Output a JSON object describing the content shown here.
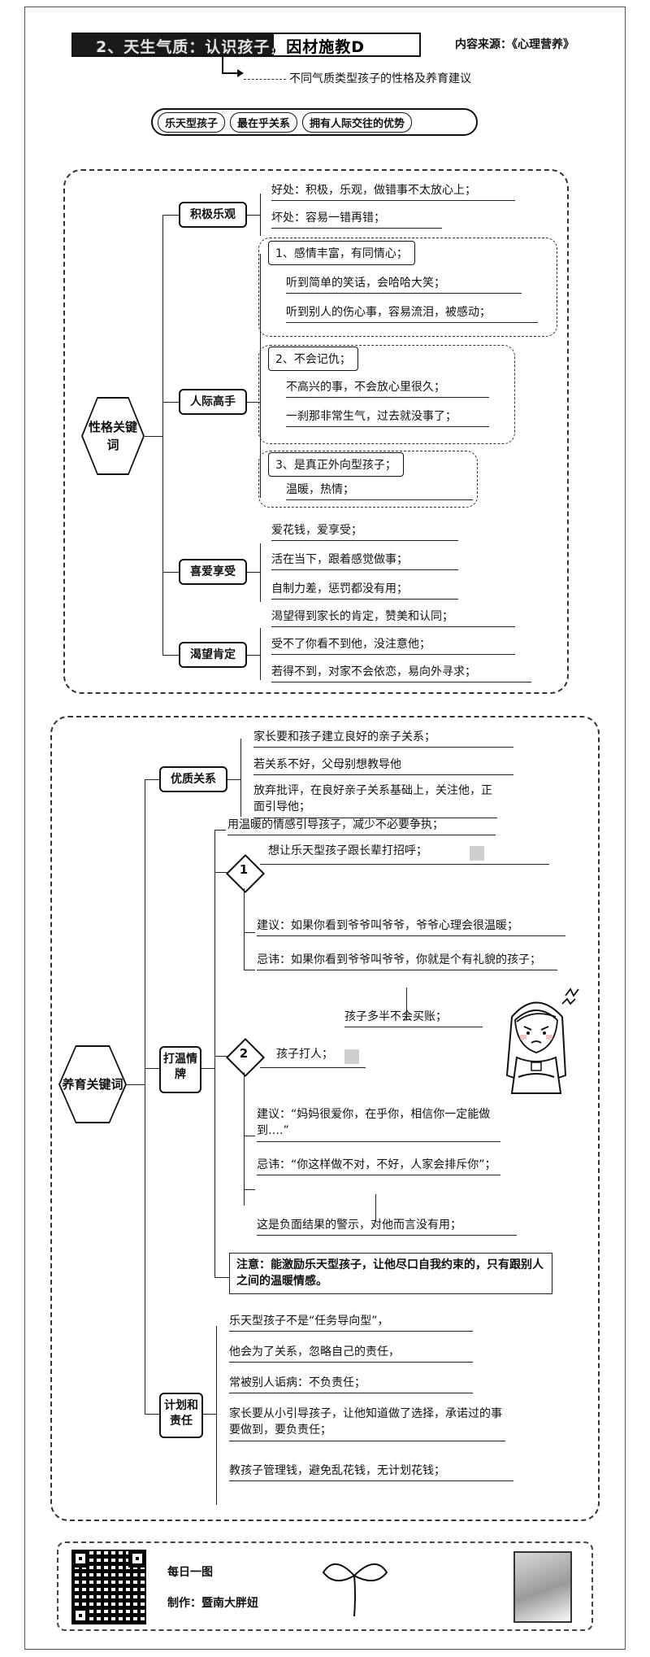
{
  "header": {
    "title": "2、天生气质：认识孩子，因材施教D",
    "source": "内容来源：《心理营养》",
    "subtitle": "不同气质类型孩子的性格及养育建议"
  },
  "pill": [
    "乐天型孩子",
    "最在乎关系",
    "拥有人际交往的优势"
  ],
  "section1": {
    "root": "性格关键词",
    "branches": {
      "optimism": {
        "label": "积极乐观",
        "items": [
          "好处：积极，乐观，做错事不太放心上；",
          "坏处：容易一错再错；"
        ]
      },
      "social": {
        "label": "人际高手",
        "groups": [
          {
            "head": "1、感情丰富，有同情心；",
            "items": [
              "听到简单的笑话，会哈哈大笑；",
              "听到别人的伤心事，容易流泪，被感动；"
            ]
          },
          {
            "head": "2、不会记仇；",
            "items": [
              "不高兴的事，不会放心里很久；",
              "一刹那非常生气，过去就没事了；"
            ]
          },
          {
            "head": "3、是真正外向型孩子；",
            "items": [
              "温暖，热情；"
            ]
          }
        ]
      },
      "enjoy": {
        "label": "喜爱享受",
        "items": [
          "爱花钱，爱享受；",
          "活在当下，跟着感觉做事；",
          "自制力差，惩罚都没有用；"
        ]
      },
      "recognition": {
        "label": "渴望肯定",
        "items": [
          "渴望得到家长的肯定，赞美和认同；",
          "受不了你看不到他，没注意他；",
          "若得不到，对家不会依恋，易向外寻求；"
        ]
      }
    }
  },
  "section2": {
    "root": "养育关键词",
    "relation": {
      "label": "优质关系",
      "items": [
        "家长要和孩子建立良好的亲子关系；",
        "若关系不好，父母别想教导他",
        "放弃批评，在良好亲子关系基础上，关注他，正面引导他；"
      ]
    },
    "warm": {
      "label": "打温情牌",
      "intro": "用温暖的情感引导孩子，减少不必要争执；",
      "case1": {
        "num": "1",
        "title": "想让乐天型孩子跟长辈打招呼；",
        "suggest": "建议：如果你看到爷爷叫爷爷，爷爷心理会很温暖；",
        "avoid": "忌讳：如果你看到爷爷叫爷爷，你就是个有礼貌的孩子；",
        "result": "孩子多半不会买账；"
      },
      "case2": {
        "num": "2",
        "title": "孩子打人；",
        "suggest": "建议：“妈妈很爱你，在乎你，相信你一定能做到….”",
        "avoid": "忌讳：“你这样做不对，不好，人家会排斥你”；",
        "result": "这是负面结果的警示，对他而言没有用；"
      },
      "note": "注意：能激励乐天型孩子，让他尽口自我约束的，只有跟别人之间的温暖情感。"
    },
    "plan": {
      "label": "计划和责任",
      "items": [
        "乐天型孩子不是“任务导向型”，",
        "他会为了关系，忽略自己的责任，",
        "常被别人诟病：不负责任；",
        "家长要从小引导孩子，让他知道做了选择，承诺过的事要做到，要负责任；",
        "教孩子管理钱，避免乱花钱，无计划花钱；"
      ]
    }
  },
  "footer": {
    "daily": "每日一图",
    "maker": "制作：暨南大胖妞"
  },
  "icons": [
    "qr-code-icon",
    "seedling-logo-icon",
    "angry-girl-icon",
    "diamond-icon"
  ]
}
